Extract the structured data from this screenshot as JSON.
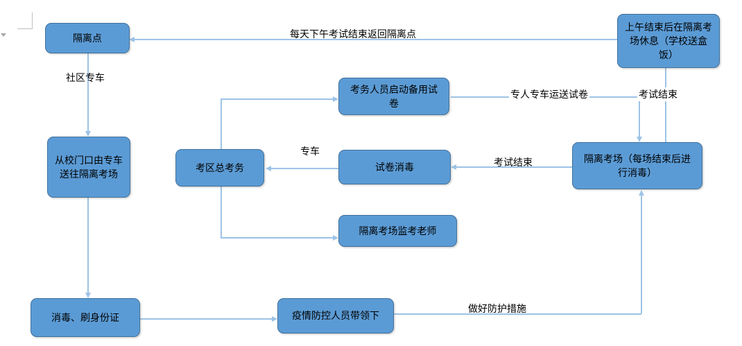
{
  "colors": {
    "node_fill": "#5B9BD5",
    "node_border": "#41719C",
    "connector": "#9DC3E6",
    "text": "#000000",
    "crop_mark": "#BFBFBF"
  },
  "nodes": [
    {
      "id": "quarantine-point",
      "label": "隔离点"
    },
    {
      "id": "morning-rest",
      "label": "上午结束后在隔离考场休息（学校送盒饭）"
    },
    {
      "id": "backup-paper",
      "label": "考务人员启动备用试卷"
    },
    {
      "id": "school-gate",
      "label": "从校门口由专车送往隔离考场"
    },
    {
      "id": "exam-affairs",
      "label": "考区总考务"
    },
    {
      "id": "paper-disinfect",
      "label": "试卷消毒"
    },
    {
      "id": "quarantine-room",
      "label": "隔离考场（每场结束后进行消毒）"
    },
    {
      "id": "invigilator",
      "label": "隔离考场监考老师"
    },
    {
      "id": "id-check",
      "label": "消毒、刷身份证"
    },
    {
      "id": "guide",
      "label": "疫情防控人员带领下"
    }
  ],
  "edge_labels": {
    "return_to_quarantine": "每天下午考试结束返回隔离点",
    "community_car": "社区专车",
    "paper_transport": "专人专车运送试卷",
    "exam_end_top": "考试结束",
    "exam_end_mid": "考试结束",
    "special_car": "专车",
    "protective_measures": "做好防护措施"
  }
}
